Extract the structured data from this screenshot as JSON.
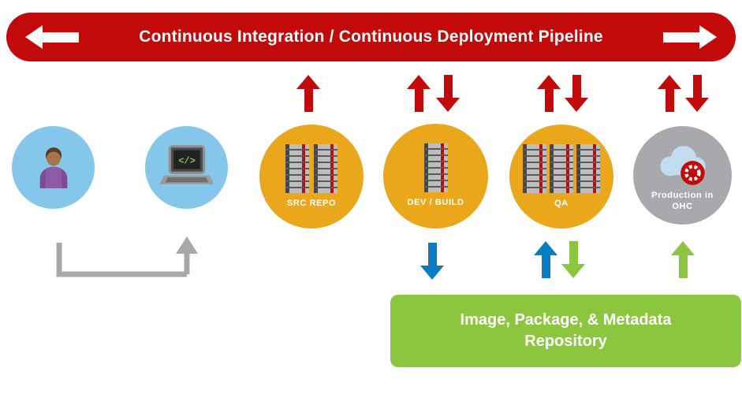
{
  "colors": {
    "red": "#c30a0a",
    "orange": "#eba71b",
    "lightblue": "#85c7ea",
    "graycircle": "#a7a9ac",
    "green": "#8cc63f",
    "blue": "#0a7cc0",
    "connector": "#a8a8a8"
  },
  "banner": {
    "title": "Continuous Integration / Continuous Deployment Pipeline"
  },
  "nodes": [
    {
      "id": "developer",
      "label": ""
    },
    {
      "id": "workstation",
      "label": "",
      "code_glyph": "</>"
    },
    {
      "id": "src-repo",
      "label": "SRC REPO"
    },
    {
      "id": "dev-build",
      "label": "DEV / BUILD"
    },
    {
      "id": "qa",
      "label": "QA"
    },
    {
      "id": "production",
      "label": "Production in OHC"
    }
  ],
  "repository": {
    "line1": "Image, Package, & Metadata",
    "line2": "Repository"
  },
  "flows": [
    {
      "name": "developer-to-workstation",
      "color": "gray",
      "direction": "elbow-up"
    },
    {
      "name": "src-repo-up",
      "color": "red",
      "direction": "up"
    },
    {
      "name": "dev-build-up",
      "color": "red",
      "direction": "up"
    },
    {
      "name": "dev-build-down",
      "color": "red",
      "direction": "down"
    },
    {
      "name": "qa-up",
      "color": "red",
      "direction": "up"
    },
    {
      "name": "qa-down",
      "color": "red",
      "direction": "down"
    },
    {
      "name": "production-up",
      "color": "red",
      "direction": "up"
    },
    {
      "name": "production-down",
      "color": "red",
      "direction": "down"
    },
    {
      "name": "dev-build-to-repository",
      "color": "blue",
      "direction": "down"
    },
    {
      "name": "repository-to-qa",
      "color": "blue",
      "direction": "up"
    },
    {
      "name": "qa-to-repository",
      "color": "green",
      "direction": "down"
    },
    {
      "name": "repository-to-production",
      "color": "green",
      "direction": "up"
    }
  ]
}
